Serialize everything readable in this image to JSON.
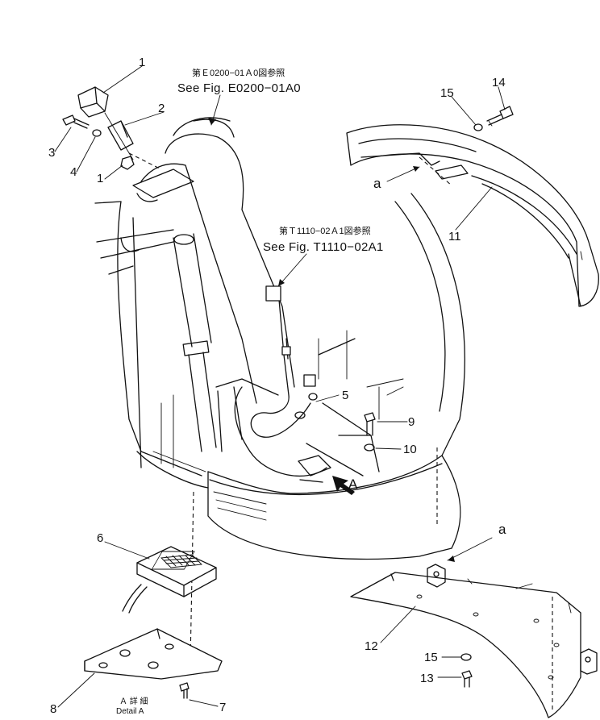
{
  "references": {
    "top_jp": "第Ｅ0200−01Ａ0図参照",
    "top_en": "See Fig. E0200−01A0",
    "mid_jp": "第Ｔ1110−02Ａ1図参照",
    "mid_en": "See Fig. T1110−02A1"
  },
  "detail": {
    "jp": "Ａ 詳 細",
    "en": "Detail A",
    "view_letter": "A"
  },
  "points": {
    "a_top": "a",
    "a_bottom": "a"
  },
  "callouts": {
    "p1_top": "1",
    "p1_low": "1",
    "p2": "2",
    "p3": "3",
    "p4": "4",
    "p5": "5",
    "p6": "6",
    "p7": "7",
    "p8": "8",
    "p9": "9",
    "p10": "10",
    "p11": "11",
    "p12": "12",
    "p13": "13",
    "p14": "14",
    "p15_top": "15",
    "p15_low": "15"
  }
}
